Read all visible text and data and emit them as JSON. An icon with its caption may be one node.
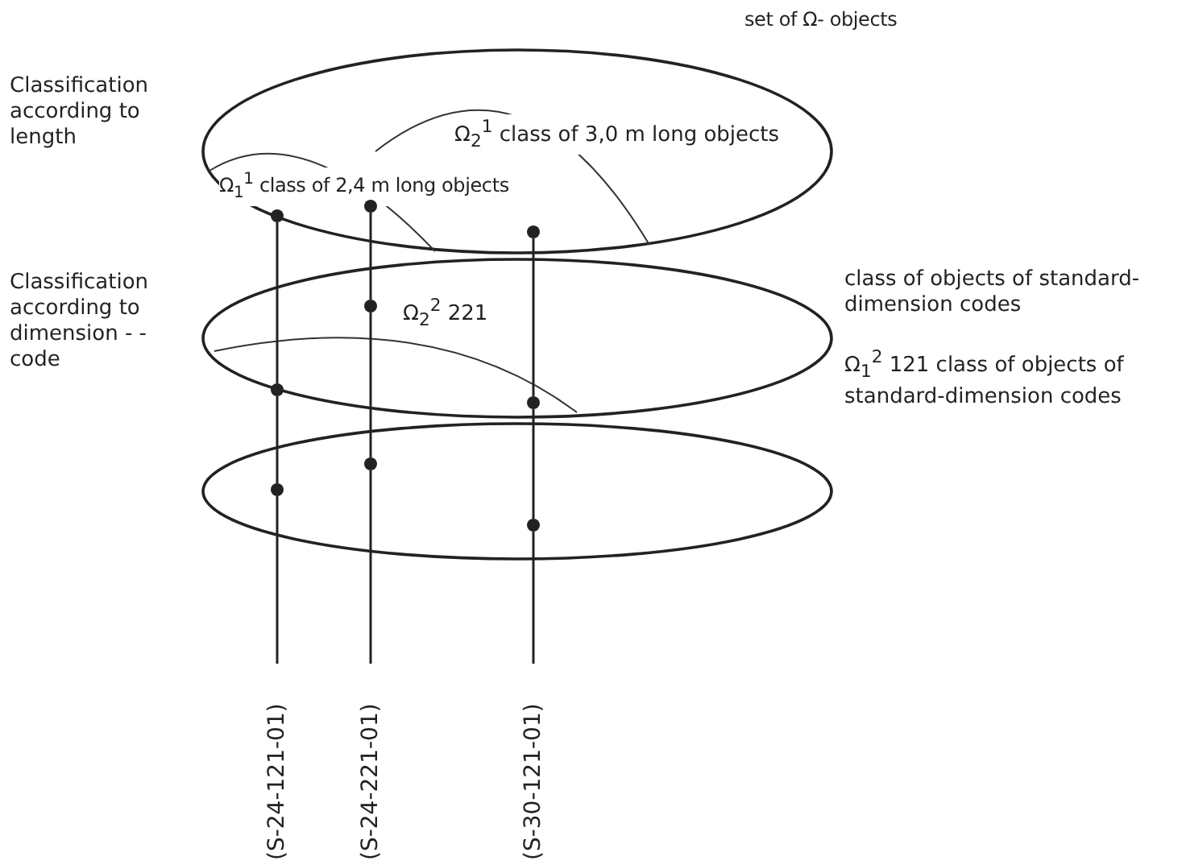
{
  "diagram": {
    "nodes": [
      {
        "text": [
          "set of Ω- objects"
        ]
      },
      {
        "text": [
          "Ω$_{1}$$^{1}$ class of 2,4 m long objects"
        ],
        "in": 0
      },
      {
        "text": [
          "Ω$_{2}$$^{1}$ class of 3,0 m long objects"
        ],
        "in": 0
      },
      {
        "text": [],
        "shape": "ellipse"
      },
      {
        "text": [
          "Ω$_{2}$$^{2}$ 221"
        ],
        "in": 3
      },
      {
        "text": [
          "Ω$_{1}$$^{2}$ 121 class of objects of standard-dimension codes"
        ]
      },
      {
        "text": [],
        "shape": "ellipse"
      },
      {
        "text": [],
        "shape": "dot",
        "in": 1
      },
      {
        "text": [],
        "shape": "dot",
        "in": 1
      },
      {
        "text": [],
        "shape": "dot",
        "in": 0
      },
      {
        "text": [],
        "shape": "dot",
        "in": 3
      },
      {
        "text": [],
        "shape": "dot",
        "in": 3
      },
      {
        "text": [],
        "shape": "dot",
        "in": 3
      },
      {
        "text": [],
        "shape": "dot",
        "in": 6
      },
      {
        "text": [],
        "shape": "dot",
        "in": 6
      },
      {
        "text": [],
        "shape": "dot",
        "in": 6
      },
      {
        "text": [
          "(S-24-121-01)"
        ]
      },
      {
        "text": [
          "(S-24-221-01)"
        ]
      },
      {
        "text": [
          "(S-30-121-01)"
        ]
      }
    ],
    "edges": [
      {
        "from": 7,
        "to": 10,
        "arrow": "none"
      },
      {
        "from": 10,
        "to": 13,
        "arrow": "none"
      },
      {
        "from": 13,
        "to": 16,
        "arrow": "none"
      },
      {
        "from": 8,
        "to": 11,
        "arrow": "none"
      },
      {
        "from": 11,
        "to": 14,
        "arrow": "none"
      },
      {
        "from": 14,
        "to": 17,
        "arrow": "none"
      },
      {
        "from": 9,
        "to": 12,
        "arrow": "none"
      },
      {
        "from": 12,
        "to": 15,
        "arrow": "none"
      },
      {
        "from": 15,
        "to": 18,
        "arrow": "none"
      }
    ],
    "labels": [
      "Classification according to length",
      "Classification according to dimension - - code",
      "class of objects of standard-dimension codes"
    ]
  }
}
